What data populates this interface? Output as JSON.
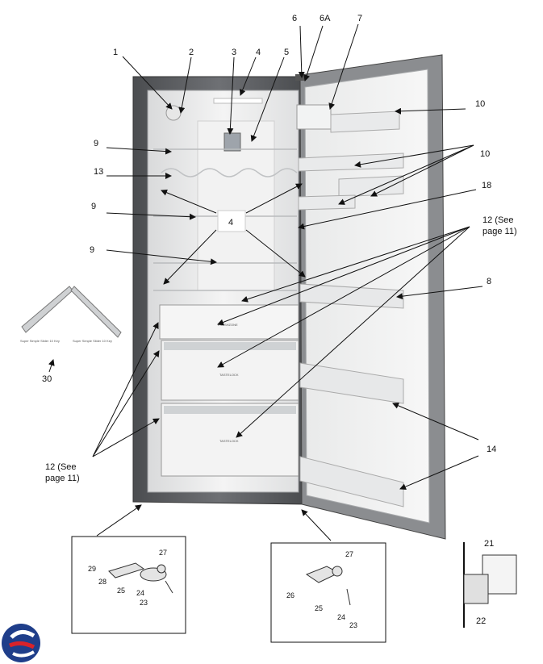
{
  "callouts": {
    "c1": "1",
    "c2": "2",
    "c3": "3",
    "c4": "4",
    "c5": "5",
    "c6": "6",
    "c6a": "6A",
    "c7": "7",
    "c8": "8",
    "c9a": "9",
    "c9b": "9",
    "c9c": "9",
    "c10a": "10",
    "c10b": "10",
    "c13": "13",
    "c18": "18",
    "c12a_line1": "12 (See",
    "c12a_line2": "page 11)",
    "c12b_line1": "12 (See",
    "c12b_line2": "page 11)",
    "c14": "14",
    "c30": "30",
    "c4box": "4"
  },
  "detail_left": {
    "d29": "29",
    "d28": "28",
    "d27": "27",
    "d25": "25",
    "d24": "24",
    "d23": "23"
  },
  "detail_center": {
    "d27": "27",
    "d26": "26",
    "d25": "25",
    "d24": "24",
    "d23": "23"
  },
  "detail_right": {
    "d21": "21",
    "d22": "22"
  },
  "crisper_labels": {
    "top": "FRESHZONE",
    "mid": "TASTELOCK",
    "bottom": "TASTELOCK"
  },
  "rail_labels": {
    "left": "Super Simple Slider 10 Key",
    "right": "Super Simple Slider 10 Key"
  },
  "colors": {
    "cabinet": "#5b5d60",
    "interior": "#eceded",
    "door_outer": "#8b8d90",
    "logo_blue": "#1f3e8a",
    "logo_red": "#d8232a"
  }
}
